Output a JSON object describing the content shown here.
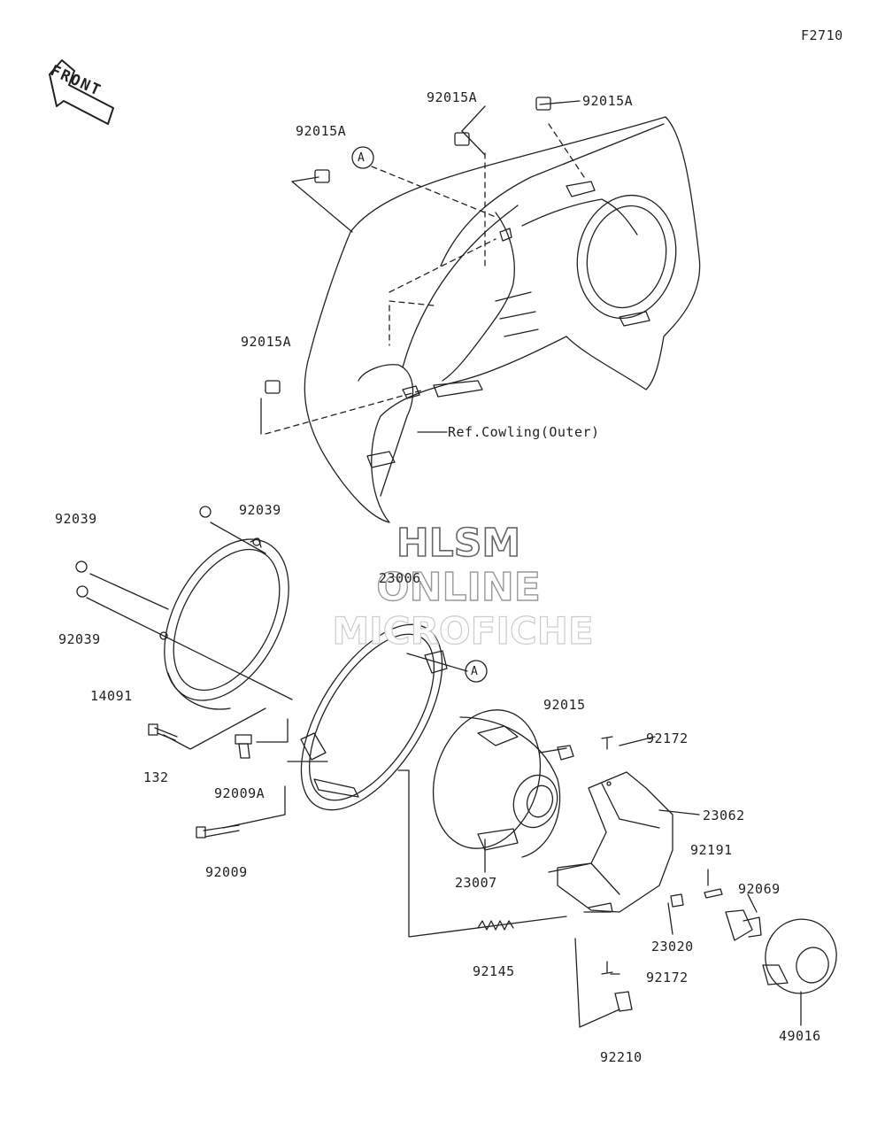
{
  "figure_code": "F2710",
  "front_label": "FRONT",
  "reference_label": "Ref.Cowling(Outer)",
  "callout_letter": "A",
  "watermark": {
    "line1": "HLSM",
    "line2": "ONLINE",
    "line3": "MICROFICHE"
  },
  "parts": {
    "p92015A_a": "92015A",
    "p92015A_b": "92015A",
    "p92015A_c": "92015A",
    "p92015A_d": "92015A",
    "p92039_a": "92039",
    "p92039_b": "92039",
    "p92039_c": "92039",
    "p23006": "23006",
    "p14091": "14091",
    "p132": "132",
    "p92009A": "92009A",
    "p92009": "92009",
    "p92015": "92015",
    "p92172_a": "92172",
    "p92172_b": "92172",
    "p23062": "23062",
    "p23007": "23007",
    "p92191": "92191",
    "p92069": "92069",
    "p23020": "23020",
    "p92145": "92145",
    "p92210": "92210",
    "p49016": "49016"
  }
}
